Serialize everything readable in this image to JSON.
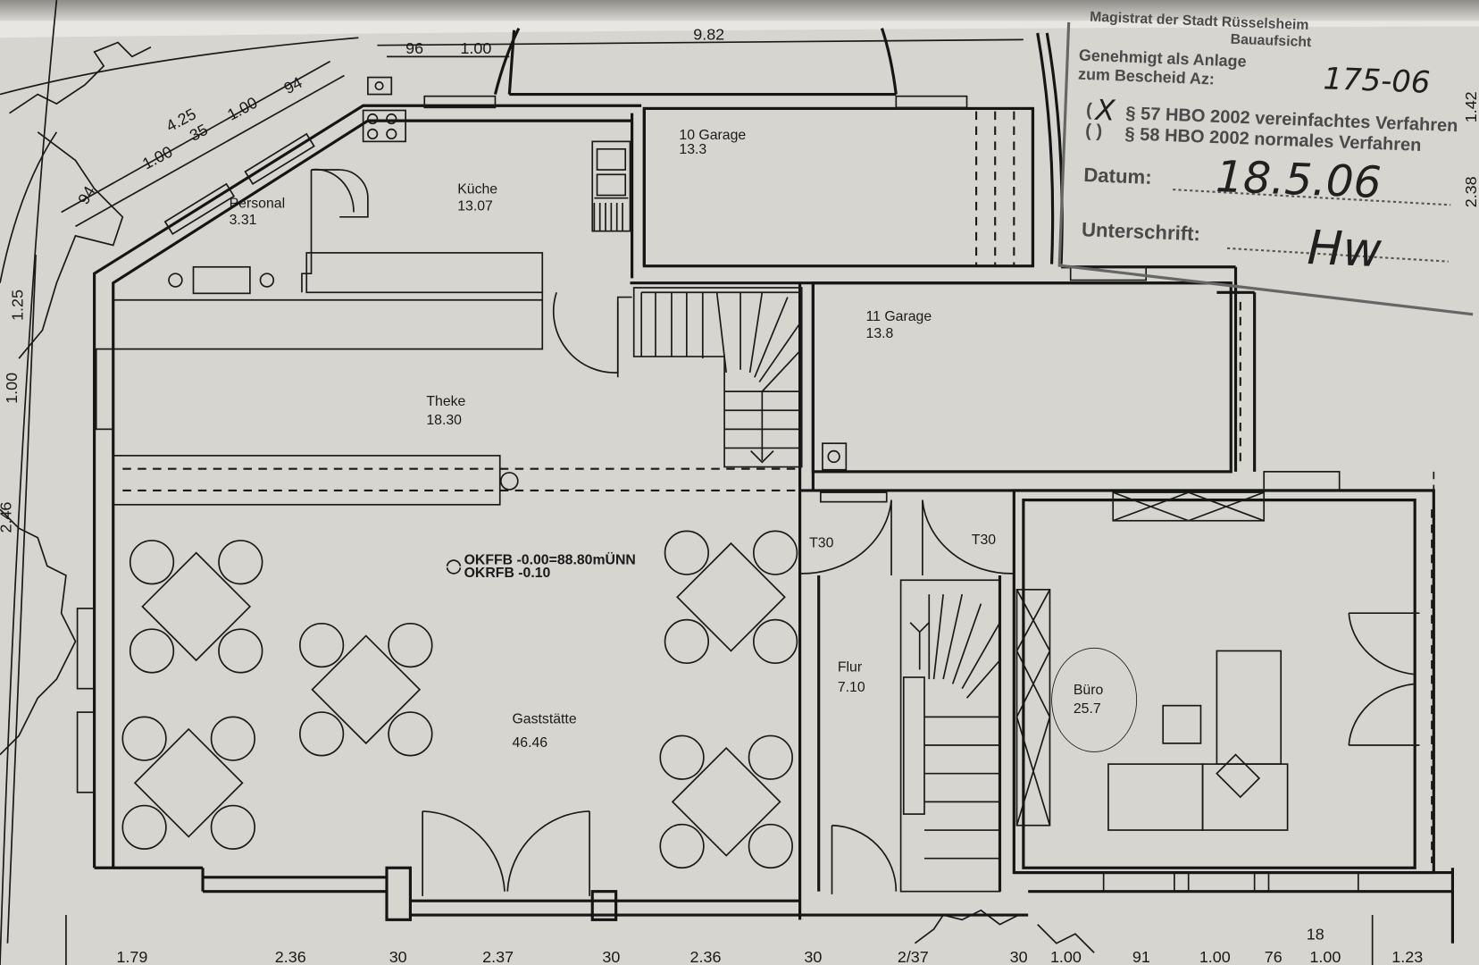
{
  "plan": {
    "rooms": {
      "personal": {
        "name": "Personal",
        "area": "3.31"
      },
      "kueche": {
        "name": "Küche",
        "area": "13.07"
      },
      "garage10": {
        "name": "10 Garage",
        "area": "13.3"
      },
      "garage11": {
        "name": "11 Garage",
        "area": "13.8"
      },
      "theke": {
        "name": "Theke",
        "area": "18.30"
      },
      "gaststaette": {
        "name": "Gaststätte",
        "area": "46.46"
      },
      "flur": {
        "name": "Flur",
        "area": "7.10"
      },
      "buero": {
        "name": "Büro",
        "area": "25.7"
      }
    },
    "doors": {
      "t30_left": "T30",
      "t30_right": "T30"
    },
    "level": {
      "okffb": "OKFFB -0.00=88.80mÜNN",
      "okrfb": "OKRFB -0.10"
    },
    "top_dims": {
      "a": "96",
      "b": "1.00",
      "garage": "9.82"
    },
    "diag_dims": [
      "4.25",
      "1.00",
      "35",
      "1.00",
      "94",
      "94"
    ],
    "left_dims": [
      "1.25",
      "1.00",
      "2.46"
    ],
    "right_dims": [
      "1.42",
      "2.38"
    ],
    "bottom_dims": [
      "1.79",
      "2.36",
      "30",
      "2.37",
      "30",
      "2.36",
      "30",
      "2/37",
      "30",
      "1.00",
      "91",
      "1.00",
      "76",
      "1.00",
      "1.23"
    ],
    "bottom_extra": "18"
  },
  "stamp": {
    "authority_line1": "Magistrat der Stadt Rüsselsheim",
    "authority_line2": "Bauaufsicht",
    "approved": "Genehmigt als Anlage",
    "decision": "zum Bescheid Az:",
    "az_value": "175-06",
    "option1": "§ 57 HBO 2002 vereinfachtes Verfahren",
    "option2": "§ 58 HBO 2002 normales Verfahren",
    "option1_mark": "X",
    "date_label": "Datum:",
    "date_value": "18.5.06",
    "signature_label": "Unterschrift:",
    "signature": "Hw"
  },
  "colors": {
    "paper": "#d6d5cf",
    "ink": "#151515",
    "stamp_ink": "#4a4a4a"
  }
}
